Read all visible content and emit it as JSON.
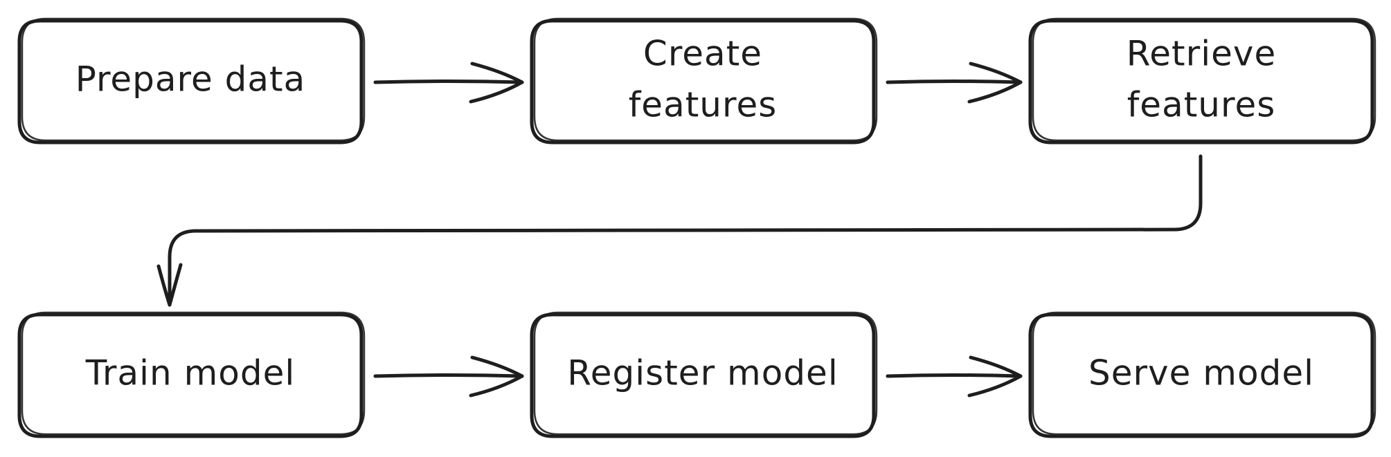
{
  "diagram": {
    "stroke_color": "#1e1e1e",
    "background": "#ffffff",
    "nodes": [
      {
        "id": "prepare-data",
        "lines": [
          "Prepare data"
        ]
      },
      {
        "id": "create-features",
        "lines": [
          "Create",
          "features"
        ]
      },
      {
        "id": "retrieve-features",
        "lines": [
          "Retrieve",
          "features"
        ]
      },
      {
        "id": "train-model",
        "lines": [
          "Train model"
        ]
      },
      {
        "id": "register-model",
        "lines": [
          "Register model"
        ]
      },
      {
        "id": "serve-model",
        "lines": [
          "Serve model"
        ]
      }
    ],
    "edges": [
      {
        "from": "prepare-data",
        "to": "create-features"
      },
      {
        "from": "create-features",
        "to": "retrieve-features"
      },
      {
        "from": "retrieve-features",
        "to": "train-model"
      },
      {
        "from": "train-model",
        "to": "register-model"
      },
      {
        "from": "register-model",
        "to": "serve-model"
      }
    ]
  }
}
